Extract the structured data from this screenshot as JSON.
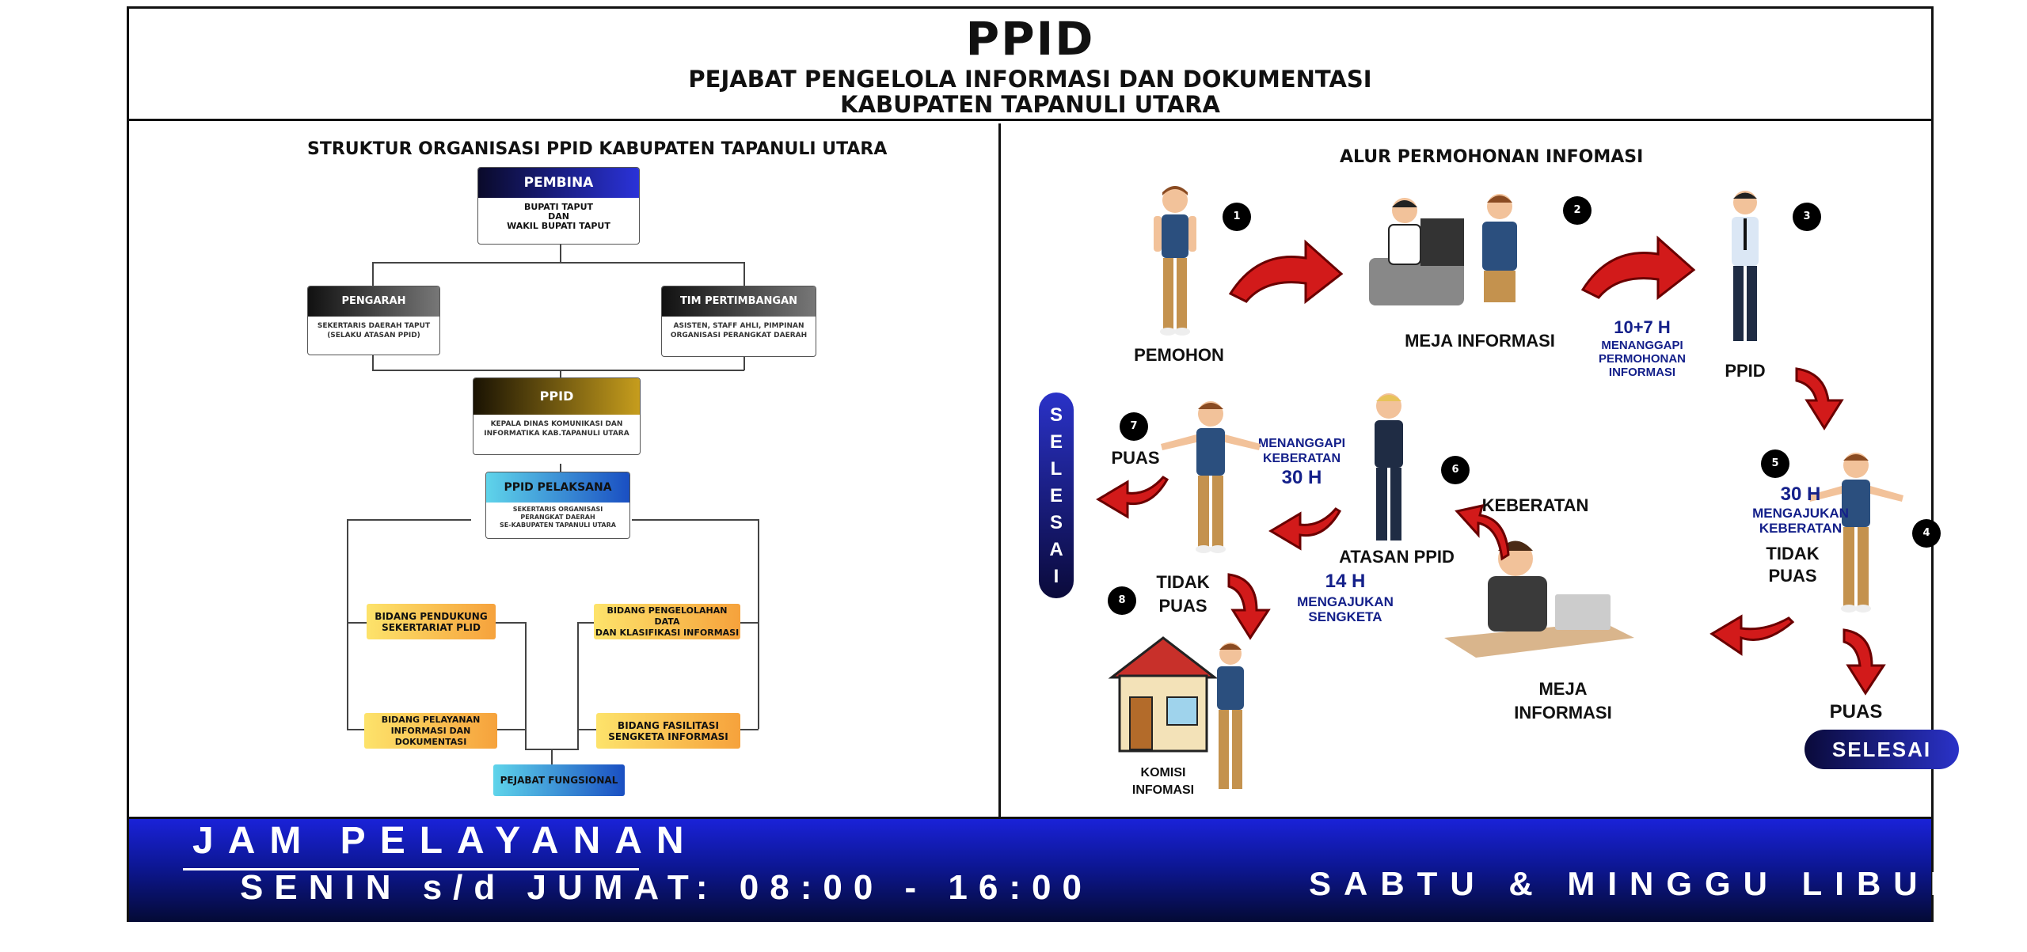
{
  "header": {
    "title": "PPID",
    "subtitle_line1": "PEJABAT PENGELOLA INFORMASI DAN DOKUMENTASI",
    "subtitle_line2": "KABUPATEN TAPANULI UTARA"
  },
  "org": {
    "title": "STRUKTUR ORGANISASI PPID KABUPATEN TAPANULI UTARA",
    "pembina": {
      "head": "PEMBINA",
      "body1": "BUPATI TAPUT",
      "body2": "DAN",
      "body3": "WAKIL BUPATI TAPUT"
    },
    "pengarah": {
      "head": "PENGARAH",
      "body1": "SEKERTARIS DAERAH TAPUT",
      "body2": "(SELAKU ATASAN PPID)"
    },
    "tim": {
      "head": "TIM PERTIMBANGAN",
      "body1": "ASISTEN, STAFF AHLI, PIMPINAN",
      "body2": "ORGANISASI PERANGKAT DAERAH"
    },
    "ppid": {
      "head": "PPID",
      "body1": "KEPALA DINAS KOMUNIKASI DAN",
      "body2": "INFORMATIKA  KAB.TAPANULI UTARA"
    },
    "pelaksana": {
      "head": "PPID PELAKSANA",
      "body1": "SEKERTARIS ORGANISASI",
      "body2": "PERANGKAT DAERAH",
      "body3": "SE-KABUPATEN TAPANULI UTARA"
    },
    "bidang1": {
      "line1": "BIDANG PENDUKUNG",
      "line2": "SEKERTARIAT PLID"
    },
    "bidang2": {
      "line1": "BIDANG PENGELOLAHAN DATA",
      "line2": "DAN KLASIFIKASI INFORMASI"
    },
    "bidang3": {
      "line1": "BIDANG PELAYANAN",
      "line2": "INFORMASI DAN DOKUMENTASI"
    },
    "bidang4": {
      "line1": "BIDANG FASILITASI",
      "line2": "SENGKETA INFORMASI"
    },
    "fungsional": "PEJABAT FUNGSIONAL"
  },
  "flow": {
    "title": "ALUR PERMOHONAN INFOMASI",
    "steps": [
      "1",
      "2",
      "3",
      "4",
      "5",
      "6",
      "7",
      "8"
    ],
    "pemohon": "PEMOHON",
    "meja_top": "MEJA INFORMASI",
    "h10": "10+7 H",
    "menanggapi1": "MENANGGAPI",
    "menanggapi2": "PERMOHONAN",
    "menanggapi3": "INFORMASI",
    "ppid": "PPID",
    "puas_left": "PUAS",
    "selesai_vertical": [
      "S",
      "E",
      "L",
      "E",
      "S",
      "A",
      "I"
    ],
    "keb1": "MENANGGAPI",
    "keb2": "KEBERATAN",
    "keb3": "30 H",
    "atasan": "ATASAN PPID",
    "keberatan": "KEBERATAN",
    "h30": "30 H",
    "mengajukan1": "MENGAJUKAN",
    "mengajukan2": "KEBERATAN",
    "tidak_puas_right1": "TIDAK",
    "tidak_puas_right2": "PUAS",
    "tidak_puas_left1": "TIDAK",
    "tidak_puas_left2": "PUAS",
    "h14": "14 H",
    "sengketa1": "MENGAJUKAN",
    "sengketa2": "SENGKETA",
    "meja_bottom1": "MEJA",
    "meja_bottom2": "INFORMASI",
    "puas_right": "PUAS",
    "selesai_badge": "SELESAI",
    "komisi1": "KOMISI",
    "komisi2": "INFOMASI"
  },
  "footer": {
    "jam": "JAM PELAYANAN",
    "hari": "SENIN s/d JUMAT: 08:00 - 16:00",
    "libur": "SABTU & MINGGU LIBUR"
  },
  "colors": {
    "footer_blue": "#0d1796",
    "accent_red": "#d21a1a",
    "text_blue": "#14208a"
  }
}
